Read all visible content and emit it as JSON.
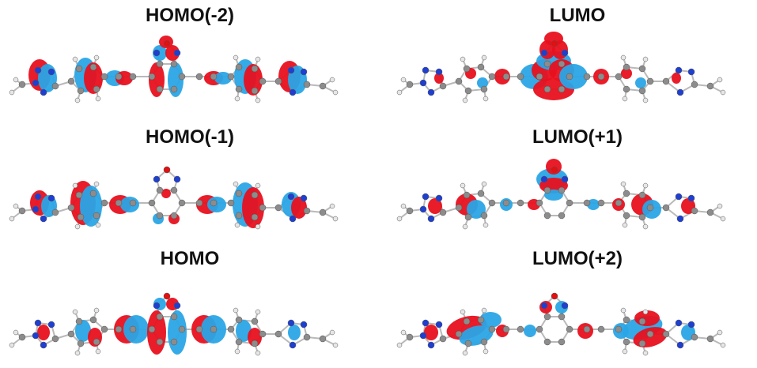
{
  "panels": [
    {
      "id": "homo-2",
      "title": "HOMO(-2)",
      "pattern": "aromatic-lobes"
    },
    {
      "id": "lumo",
      "title": "LUMO",
      "pattern": "central-acceptor"
    },
    {
      "id": "homo-1",
      "title": "HOMO(-1)",
      "pattern": "large-ring-lobes"
    },
    {
      "id": "lumo+1",
      "title": "LUMO(+1)",
      "pattern": "thiadiazole-top"
    },
    {
      "id": "homo",
      "title": "HOMO",
      "pattern": "bridge-lobes"
    },
    {
      "id": "lumo+2",
      "title": "LUMO(+2)",
      "pattern": "outer-rings"
    }
  ],
  "colors": {
    "lobe_positive": "#e8101e",
    "lobe_negative": "#2aa5e6",
    "carbon": "#8c8c8c",
    "hydrogen": "#e6e6e6",
    "nitrogen": "#1f3fd0",
    "oxygen": "#e21010",
    "bond": "#b9b9b9"
  }
}
